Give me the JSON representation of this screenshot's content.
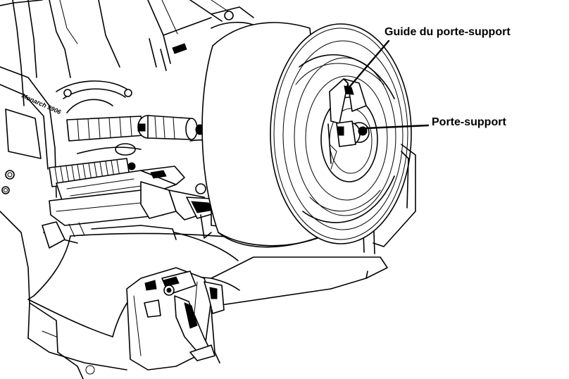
{
  "diagram": {
    "callouts": [
      {
        "id": "media-guide",
        "label": "Guide du porte-support"
      },
      {
        "id": "media-holder",
        "label": "Porte-support"
      }
    ],
    "brand_text": "Monarch 9906"
  }
}
